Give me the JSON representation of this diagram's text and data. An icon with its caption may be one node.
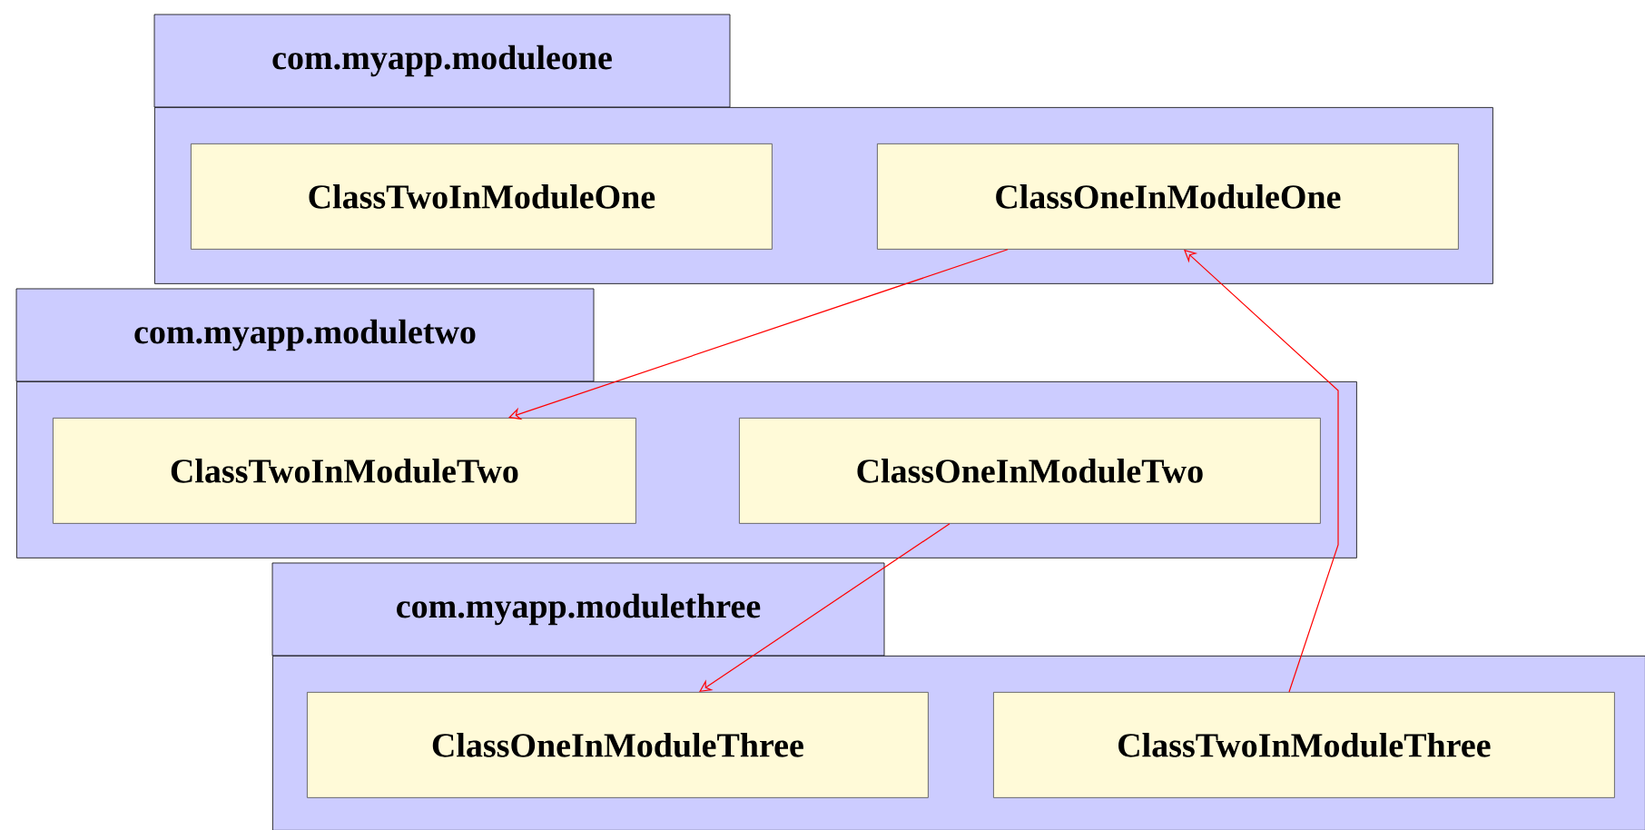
{
  "diagram": {
    "nodes": [
      {
        "text": [
          "com.myapp.moduleone"
        ]
      },
      {
        "text": [
          "ClassTwoInModuleOne"
        ],
        "in": 0
      },
      {
        "text": [
          "ClassOneInModuleOne"
        ],
        "in": 0
      },
      {
        "text": [
          "com.myapp.moduletwo"
        ]
      },
      {
        "text": [
          "ClassTwoInModuleTwo"
        ],
        "in": 3
      },
      {
        "text": [
          "ClassOneInModuleTwo"
        ],
        "in": 3
      },
      {
        "text": [
          "com.myapp.modulethree"
        ]
      },
      {
        "text": [
          "ClassOneInModuleThree"
        ],
        "in": 6
      },
      {
        "text": [
          "ClassTwoInModuleThree"
        ],
        "in": 6
      }
    ],
    "edges": [
      {
        "from": 2,
        "to": 4,
        "arrow": "to",
        "color": "#ff0000"
      },
      {
        "from": 5,
        "to": 7,
        "arrow": "to",
        "color": "#ff0000"
      },
      {
        "from": 8,
        "to": 2,
        "arrow": "to",
        "color": "#ff0000"
      }
    ]
  }
}
